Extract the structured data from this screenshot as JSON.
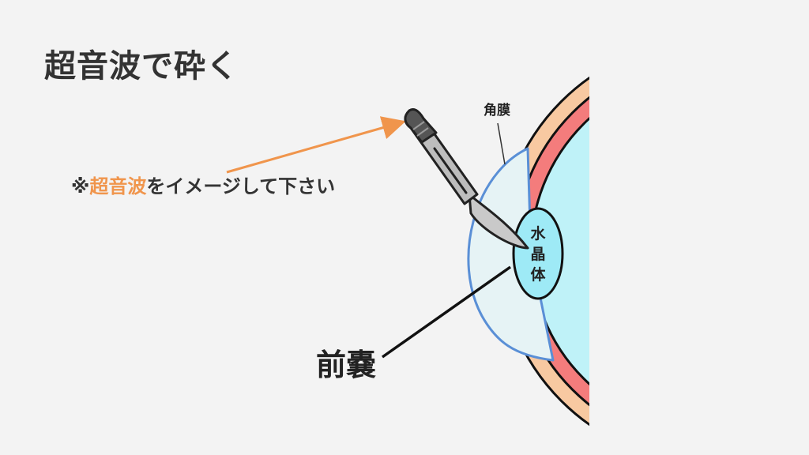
{
  "title": "超音波で砕く",
  "note": {
    "prefix": "※",
    "highlight": "超音波",
    "suffix": "をイメージして下さい"
  },
  "labels": {
    "cornea": "角膜",
    "lens_1": "水",
    "lens_2": "晶",
    "lens_3": "体",
    "anterior_capsule": "前嚢"
  },
  "colors": {
    "background": "#f3f3f3",
    "title_text": "#333333",
    "highlight": "#f0954c",
    "arrow": "#f0954c",
    "sclera_outer": "#f8c9a1",
    "sclera_red": "#f47c7c",
    "eye_interior": "#bff2f8",
    "cornea_fill": "#e6f3f5",
    "cornea_stroke": "#5a8fd6",
    "lens_fill": "#9eeaf6"
  },
  "icons": {
    "scalpel": "scalpel-icon"
  }
}
